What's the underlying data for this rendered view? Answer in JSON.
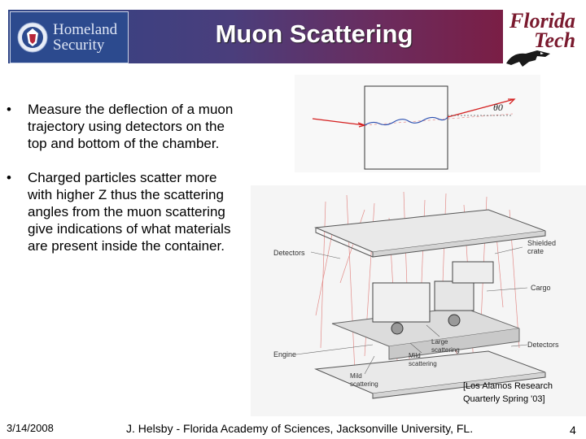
{
  "header": {
    "title": "Muon Scattering",
    "left_logo": {
      "line1": "Homeland",
      "line2": "Security",
      "icon": "dhs-seal-icon"
    },
    "right_logo": {
      "line1": "Florida",
      "line2": "Tech",
      "icon": "gator-mascot-icon"
    }
  },
  "bullets": [
    "Measure the deflection of a muon trajectory using detectors on the top and bottom of the chamber.",
    "Charged particles scatter more with higher Z thus the scattering angles from the muon scattering give indications of what materials are present inside the container."
  ],
  "figure_top": {
    "angle_label": "θ0"
  },
  "figure_bottom": {
    "labels": {
      "detectors_top": "Detectors",
      "shielded_crate": "Shielded crate",
      "cargo": "Cargo",
      "detectors_bottom": "Detectors",
      "engine": "Engine",
      "large_scattering": "Large scattering",
      "mild_scattering_1": "Mild scattering",
      "mild_scattering_2": "Mild scattering"
    }
  },
  "citation": {
    "line1": "[Los Alamos Research",
    "line2": "Quarterly Spring '03]"
  },
  "footer": {
    "date": "3/14/2008",
    "credit": "J. Helsby - Florida Academy of Sciences, Jacksonville University, FL.",
    "page": "4"
  },
  "colors": {
    "title_bar_start": "#2f4486",
    "title_bar_end": "#7a1e45",
    "fit_maroon": "#7a1a2e",
    "muon_red": "#d42020"
  }
}
